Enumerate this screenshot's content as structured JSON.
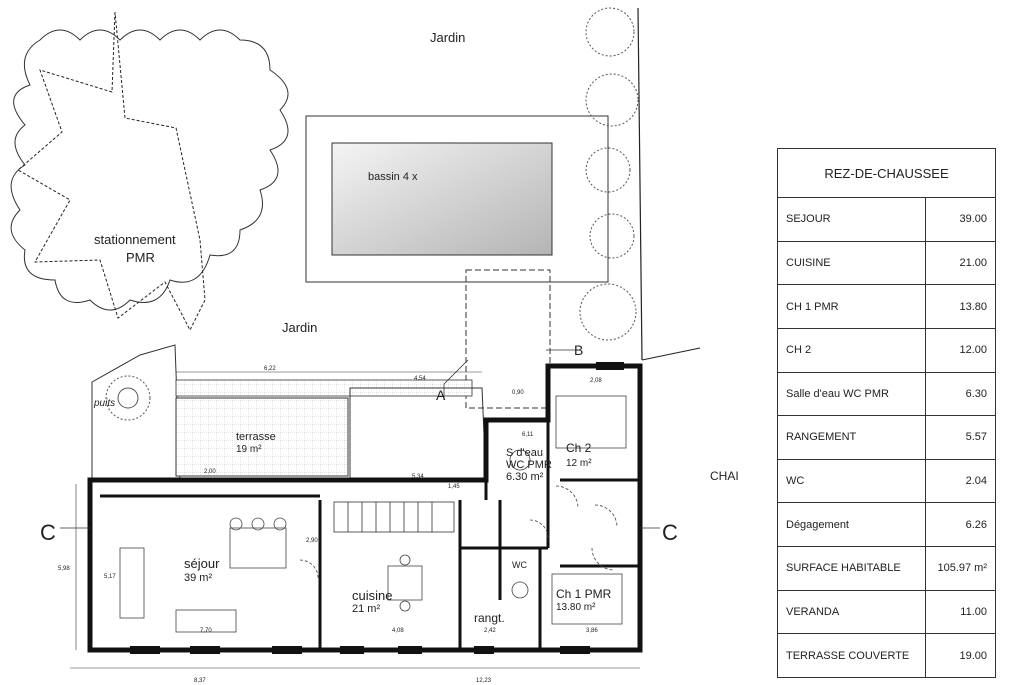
{
  "labels": {
    "jardin_top": "Jardin",
    "jardin_mid": "Jardin",
    "bassin": "bassin 4 x",
    "stationnement_1": "stationnement",
    "stationnement_2": "PMR",
    "puits": "puits",
    "terrasse": "terrasse",
    "terrasse_area": "19 m²",
    "sejour": "séjour",
    "sejour_area": "39 m²",
    "cuisine": "cuisine",
    "cuisine_area": "21 m²",
    "rangt": "rangt.",
    "wc": "WC",
    "ch1": "Ch 1 PMR",
    "ch1_area": "13.80 m²",
    "ch2": "Ch 2",
    "ch2_area": "12 m²",
    "sdeau_1": "S d'eau",
    "sdeau_2": "WC PMR",
    "sdeau_3": "6.30 m²",
    "chai": "CHAI",
    "section_c_left": "C",
    "section_c_right": "C",
    "section_b": "B",
    "section_a": "A"
  },
  "dimensions": {
    "d622": "6,22",
    "d454": "4,54",
    "d200": "2,00",
    "d534": "5,34",
    "d770": "7,70",
    "d408": "4,08",
    "d242": "2,42",
    "d386": "3,86",
    "d837": "8,37",
    "d1223": "12,23",
    "d611": "6,11",
    "d208": "2,08",
    "d145": "1,45",
    "d090": "0,90",
    "d290": "2,90",
    "d598": "5,98",
    "d517": "5,17"
  },
  "table": {
    "title": "REZ-DE-CHAUSSEE",
    "rows": [
      {
        "label": "SEJOUR",
        "value": "39.00"
      },
      {
        "label": "CUISINE",
        "value": "21.00"
      },
      {
        "label": "CH 1 PMR",
        "value": "13.80"
      },
      {
        "label": "CH 2",
        "value": "12.00"
      },
      {
        "label": "Salle d'eau WC PMR",
        "value": "6.30"
      },
      {
        "label": "RANGEMENT",
        "value": "5.57"
      },
      {
        "label": "WC",
        "value": "2.04"
      },
      {
        "label": "Dégagement",
        "value": "6.26"
      },
      {
        "label": "SURFACE HABITABLE",
        "value": "105.97 m²"
      },
      {
        "label": "VERANDA",
        "value": "11.00"
      },
      {
        "label": "TERRASSE COUVERTE",
        "value": "19.00"
      }
    ]
  }
}
